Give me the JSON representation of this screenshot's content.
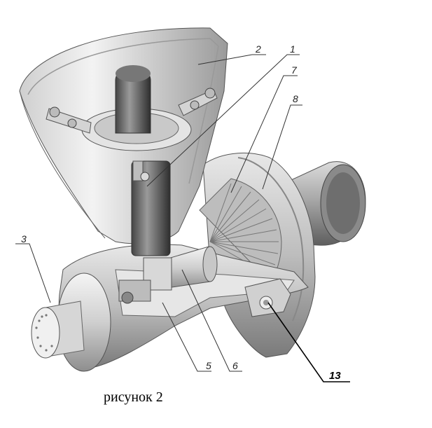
{
  "caption": "рисунок 2",
  "callouts": {
    "c1": "1",
    "c2": "2",
    "c3": "3",
    "c5": "5",
    "c6": "6",
    "c7": "7",
    "c8": "8",
    "c13": "13"
  }
}
